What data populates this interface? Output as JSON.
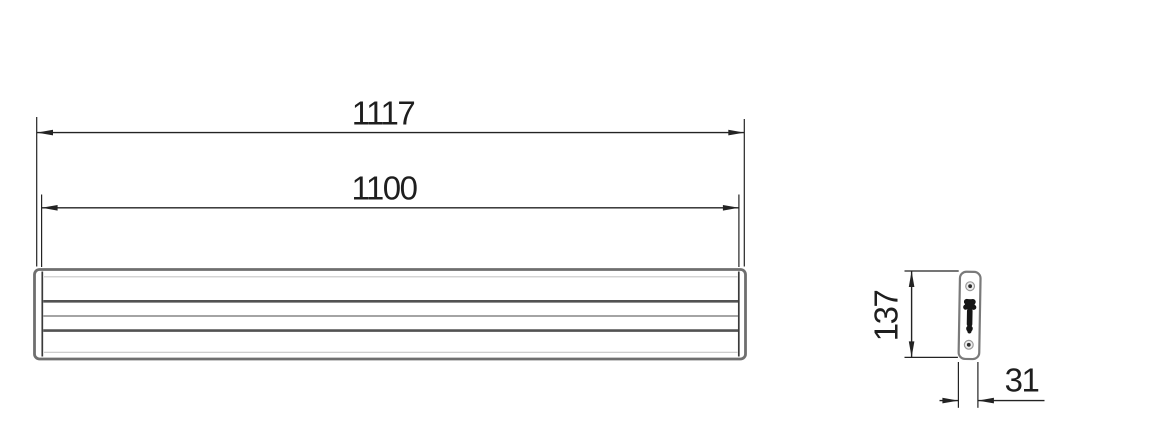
{
  "drawing": {
    "dimensions": {
      "overall_length": "1117",
      "visible_length": "1100",
      "height": "137",
      "depth": "31"
    },
    "colors": {
      "line": "#232323",
      "profile_outline": "#6f6f6f",
      "background": "#ffffff"
    }
  }
}
